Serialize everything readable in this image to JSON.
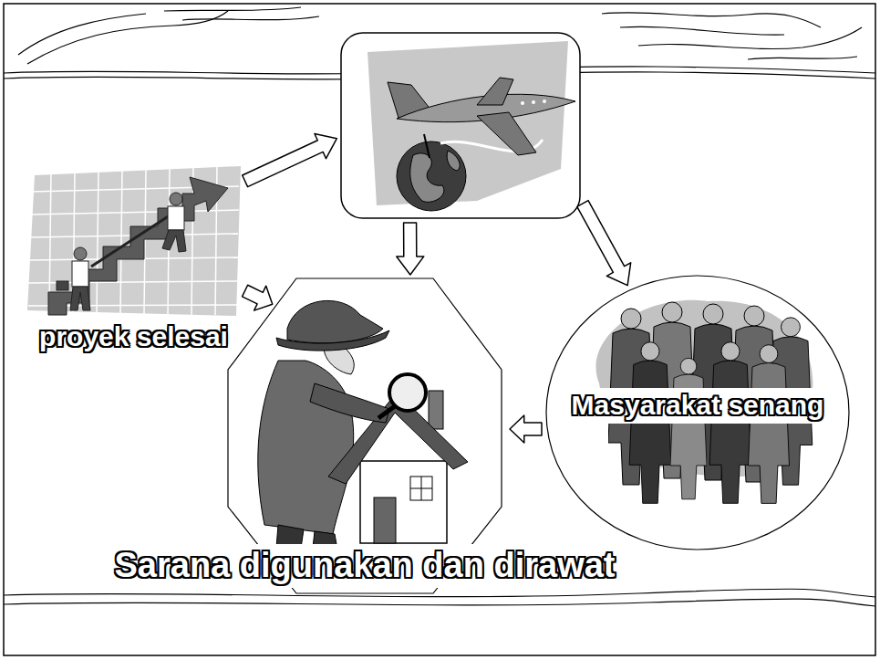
{
  "diagram": {
    "nodes": [
      {
        "text": [
          "proyek selesai"
        ]
      },
      {
        "text": []
      },
      {
        "text": [
          "Masyarakat senang"
        ]
      },
      {
        "text": [
          "Sarana digunakan dan dirawat"
        ]
      }
    ],
    "edges": [
      {
        "from": 0,
        "to": 1,
        "arrow": "to"
      },
      {
        "from": 0,
        "to": 3,
        "arrow": "to"
      },
      {
        "from": 1,
        "to": 3,
        "arrow": "to"
      },
      {
        "from": 1,
        "to": 2,
        "arrow": "to"
      },
      {
        "from": 2,
        "to": 3,
        "arrow": "to"
      }
    ]
  }
}
